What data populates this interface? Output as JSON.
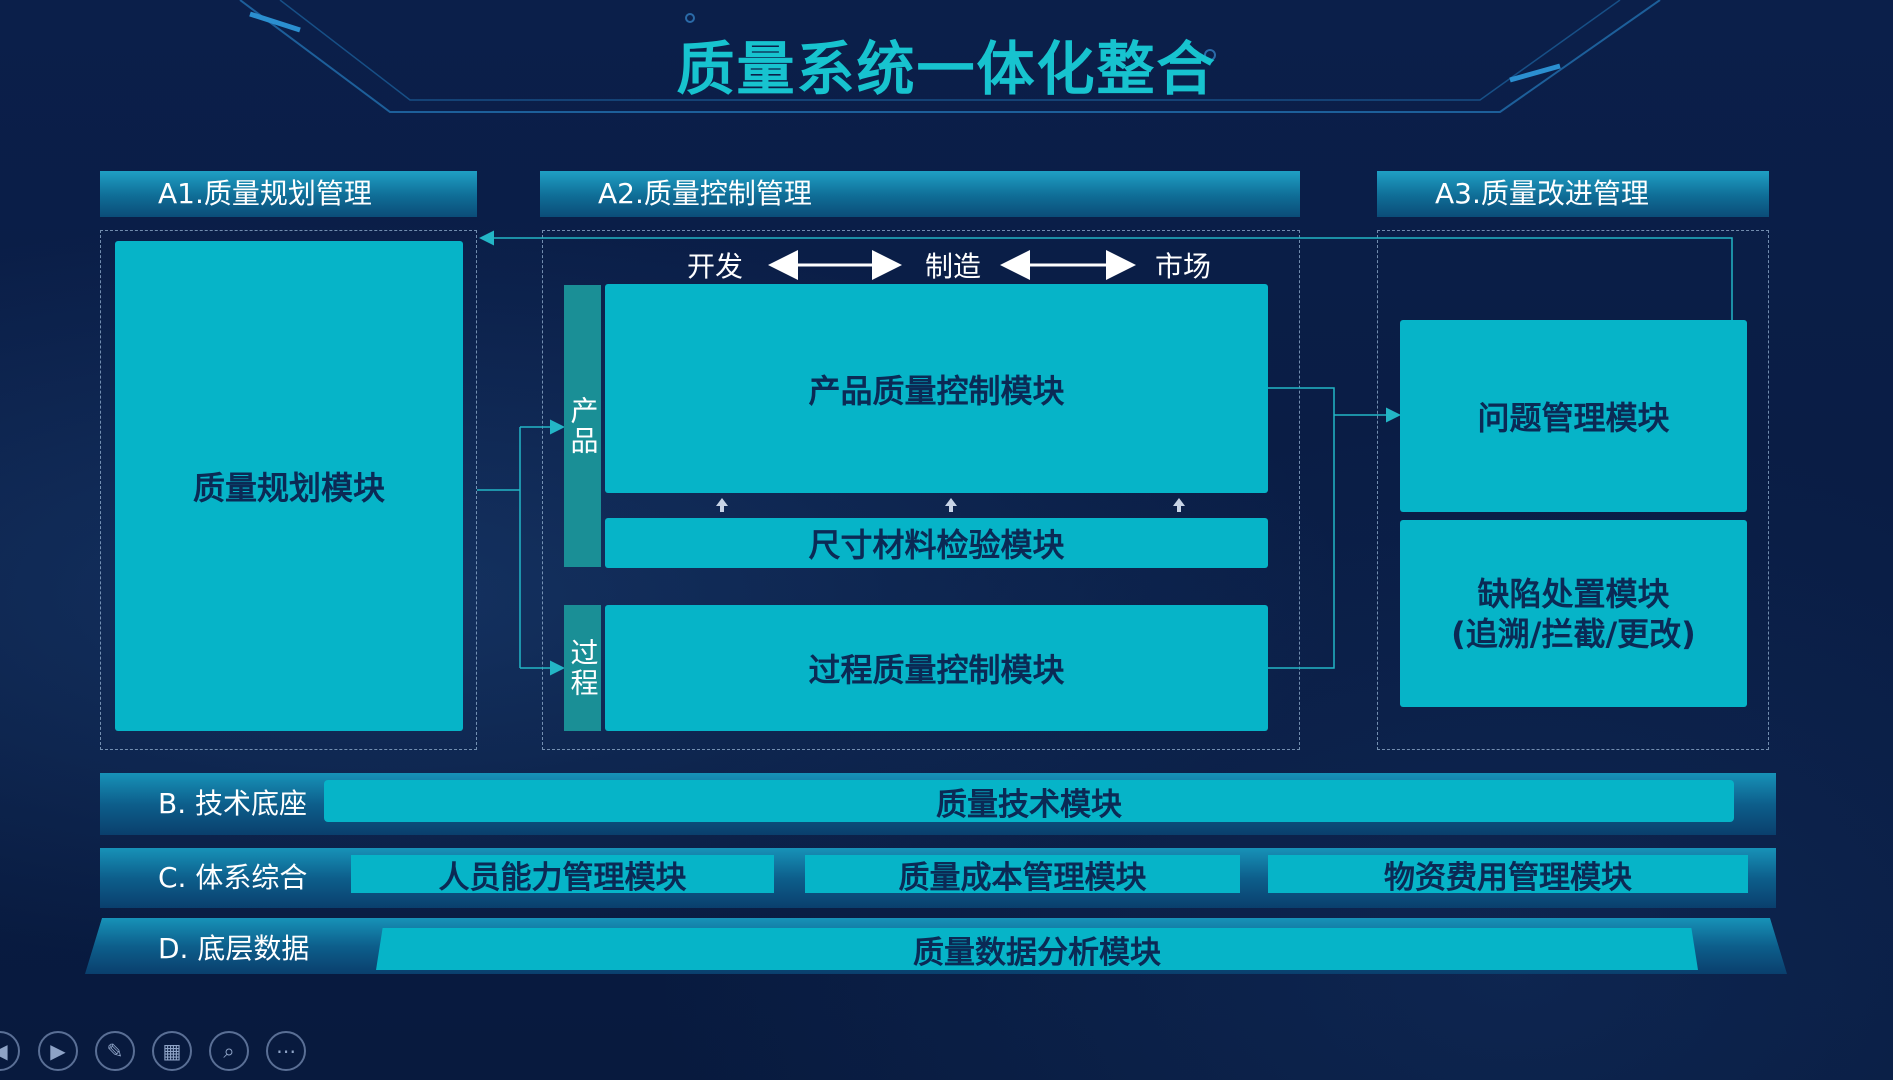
{
  "title": "质量系统一体化整合",
  "headers": {
    "a1": "A1.质量规划管理",
    "a2": "A2.质量控制管理",
    "a3": "A3.质量改进管理"
  },
  "stages": [
    "开发",
    "制造",
    "市场"
  ],
  "modules": {
    "planning": "质量规划模块",
    "product_control": "产品质量控制模块",
    "inspection": "尺寸材料检验模块",
    "process_control": "过程质量控制模块",
    "problem": "问题管理模块",
    "defect_line1": "缺陷处置模块",
    "defect_line2": "(追溯/拦截/更改)"
  },
  "side_tabs": {
    "product": "产品",
    "process": "过程"
  },
  "bands": {
    "b_label": "B. 技术底座",
    "b_module": "质量技术模块",
    "c_label": "C. 体系综合",
    "c_modules": [
      "人员能力管理模块",
      "质量成本管理模块",
      "物资费用管理模块"
    ],
    "d_label": "D. 底层数据",
    "d_module": "质量数据分析模块"
  },
  "colors": {
    "background": "#0a1d45",
    "title": "#17c3cf",
    "module": "#06b4c8",
    "module_text": "#0b2a55",
    "side_tab": "#1a8f96",
    "connector": "#23b6c6"
  },
  "controls": [
    "prev-icon",
    "play-icon",
    "pen-icon",
    "grid-icon",
    "zoom-icon",
    "more-icon"
  ]
}
